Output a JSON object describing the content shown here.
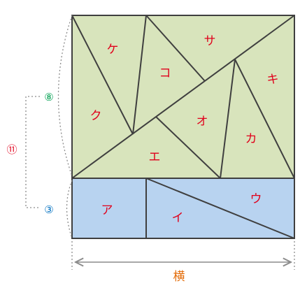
{
  "pieces": {
    "a": "ア",
    "i": "イ",
    "u": "ウ",
    "e": "エ",
    "o": "オ",
    "ka": "カ",
    "ki": "キ",
    "ku": "ク",
    "ke": "ケ",
    "ko": "コ",
    "sa": "サ"
  },
  "ratio": {
    "upper": "⑧",
    "lower": "③",
    "total": "⑪"
  },
  "width_label": "横",
  "colors": {
    "green_fill": "#d8e4bc",
    "blue_fill": "#b8d3f0",
    "stroke": "#3f3f3f",
    "piece_label": "#e0001b",
    "upper_ratio": "#00a050",
    "lower_ratio": "#0070c0",
    "total_ratio": "#e0001b",
    "width_label": "#e36c09",
    "guide": "#8c8c8c"
  }
}
